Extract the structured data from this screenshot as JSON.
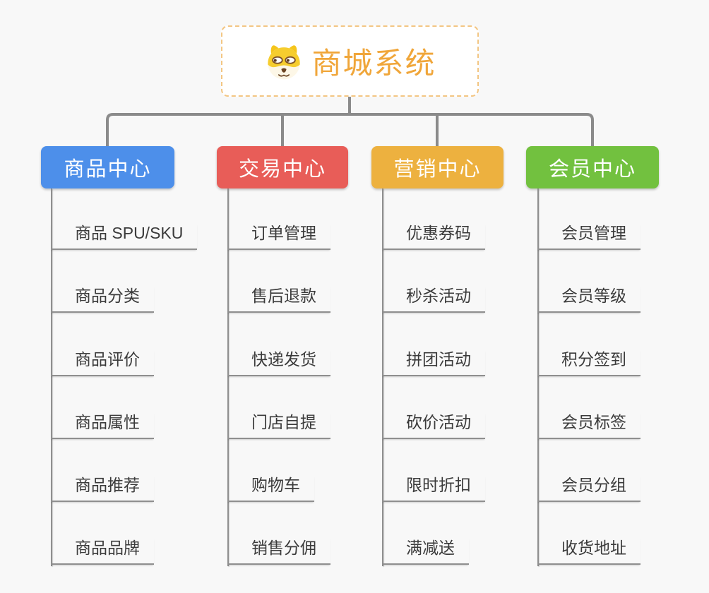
{
  "root": {
    "title": "商城系统",
    "icon": "dog-face-icon",
    "text_color": "#f0a63a",
    "border_color": "#f3c683"
  },
  "branches": [
    {
      "label": "商品中心",
      "color": "#4d8fea",
      "children": [
        "商品 SPU/SKU",
        "商品分类",
        "商品评价",
        "商品属性",
        "商品推荐",
        "商品品牌"
      ]
    },
    {
      "label": "交易中心",
      "color": "#e85d58",
      "children": [
        "订单管理",
        "售后退款",
        "快递发货",
        "门店自提",
        "购物车",
        "销售分佣"
      ]
    },
    {
      "label": "营销中心",
      "color": "#edb13f",
      "children": [
        "优惠券码",
        "秒杀活动",
        "拼团活动",
        "砍价活动",
        "限时折扣",
        "满减送"
      ]
    },
    {
      "label": "会员中心",
      "color": "#72c13f",
      "children": [
        "会员管理",
        "会员等级",
        "积分签到",
        "会员标签",
        "会员分组",
        "收货地址"
      ]
    }
  ],
  "connector_color": "#8b8b8b",
  "background_color": "#f8f8f8",
  "leaf_text_color": "#3b3b3b"
}
